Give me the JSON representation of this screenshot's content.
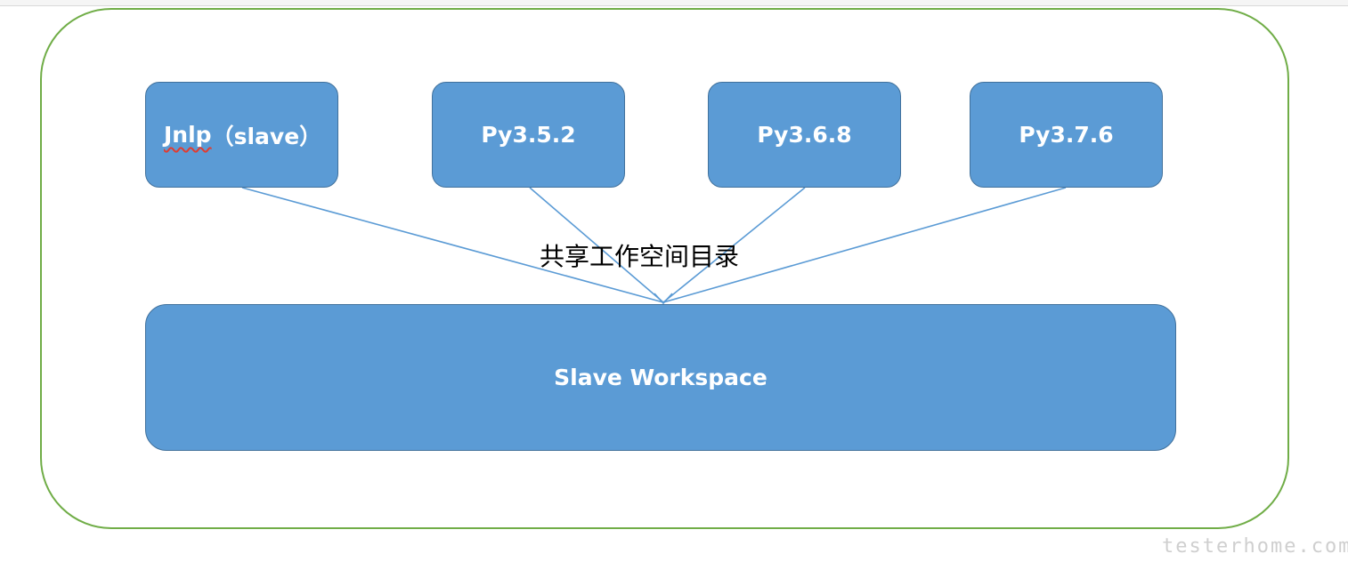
{
  "diagram": {
    "nodes": {
      "jnlp": {
        "prefix": "Jnlp",
        "suffix": "（slave）"
      },
      "py352": {
        "label": "Py3.5.2"
      },
      "py368": {
        "label": "Py3.6.8"
      },
      "py376": {
        "label": "Py3.7.6"
      },
      "workspace": {
        "label": "Slave Workspace"
      }
    },
    "edge_label": "共享工作空间目录",
    "colors": {
      "node_fill": "#5b9bd5",
      "node_border": "#41719c",
      "edge": "#5b9bd5",
      "container_border": "#70ad47",
      "spellcheck_underline": "#e03c31"
    }
  },
  "watermark": "testerhome.com"
}
